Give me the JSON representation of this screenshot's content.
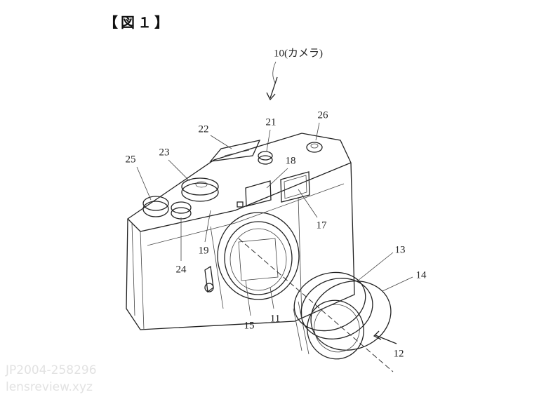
{
  "figure": {
    "title": "【図１】",
    "camera_label": "10(カメラ)",
    "reference_numerals": {
      "r11": "11",
      "r12": "12",
      "r13": "13",
      "r14": "14",
      "r15": "15",
      "r17": "17",
      "r18": "18",
      "r19": "19",
      "r21": "21",
      "r22": "22",
      "r23": "23",
      "r24": "24",
      "r25": "25",
      "r26": "26"
    }
  },
  "watermark": {
    "patent_number": "JP2004-258296",
    "site": "lensreview.xyz"
  }
}
